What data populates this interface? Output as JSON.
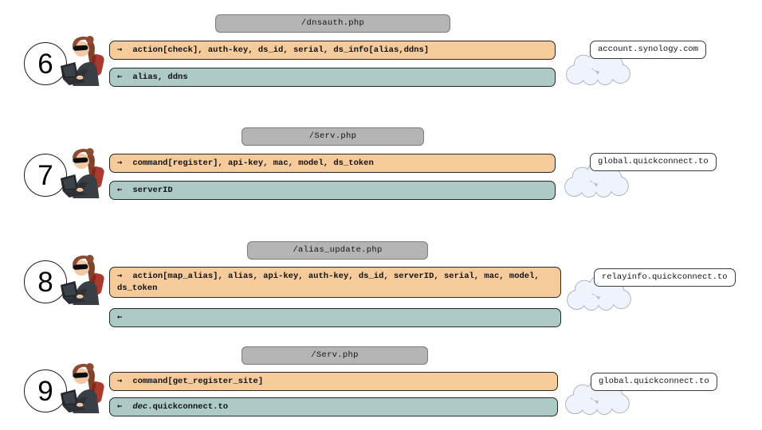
{
  "diagram": {
    "description": "QuickConnect protocol attacker flow steps",
    "colors": {
      "request_fill": "#f5cb9b",
      "response_fill": "#aecac7",
      "endpoint_fill": "#b4b4b4",
      "endpoint_border": "#7b7b7b",
      "box_border": "#262626",
      "cloud_fill": "#eef3fc",
      "cloud_border": "#9aa5b5",
      "background": "#ffffff"
    },
    "icons": {
      "attacker": "attacker-at-laptop",
      "cloud": "cloud-server"
    }
  },
  "rows": [
    {
      "number": "6",
      "endpoint": "/dnsauth.php",
      "request": {
        "arrow": "→",
        "params": "action[check], auth-key, ds_id, serial, ds_info[alias,ddns]"
      },
      "response": {
        "arrow": "←",
        "em": "",
        "text": "alias, ddns"
      },
      "host": "account.synology.com"
    },
    {
      "number": "7",
      "endpoint": "/Serv.php",
      "request": {
        "arrow": "→",
        "params": "command[register], api-key, mac, model, ds_token"
      },
      "response": {
        "arrow": "←",
        "em": "",
        "text": "serverID"
      },
      "host": "global.quickconnect.to"
    },
    {
      "number": "8",
      "endpoint": "/alias_update.php",
      "request": {
        "arrow": "→",
        "params": "action[map_alias], alias, api-key, auth-key, ds_id, serverID, serial, mac, model, ds_token"
      },
      "response": {
        "arrow": "←",
        "em": "",
        "text": ""
      },
      "host": "relayinfo.quickconnect.to"
    },
    {
      "number": "9",
      "endpoint": "/Serv.php",
      "request": {
        "arrow": "→",
        "params": "command[get_register_site]"
      },
      "response": {
        "arrow": "←",
        "em": "dec",
        "text": ".quickconnect.to"
      },
      "host": "global.quickconnect.to"
    }
  ]
}
